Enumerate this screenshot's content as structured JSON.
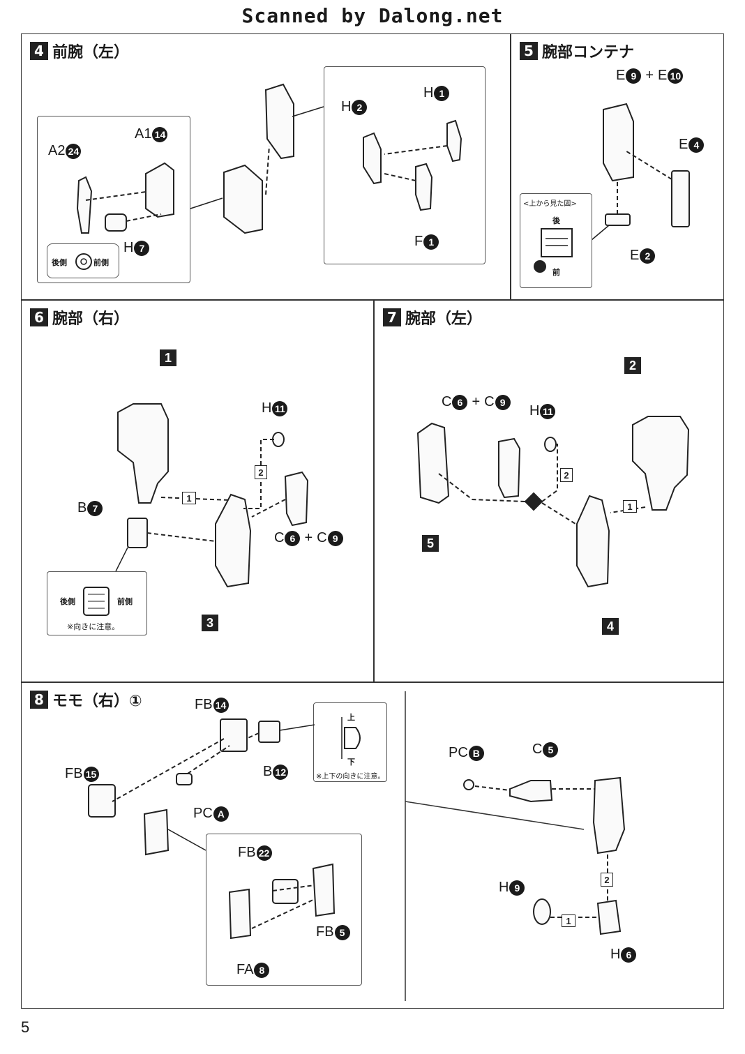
{
  "header": {
    "watermark": "Scanned by Dalong.net"
  },
  "step4": {
    "number": "4",
    "title": "前腕（左）",
    "inset_left": {
      "parts": {
        "a2": [
          "A2",
          "24"
        ],
        "a1": [
          "A1",
          "14"
        ],
        "h7": [
          "H",
          "7"
        ]
      },
      "orientation": {
        "back": "後側",
        "front": "前側"
      }
    },
    "inset_right": {
      "parts": {
        "h1": [
          "H",
          "1"
        ],
        "h2": [
          "H",
          "2"
        ],
        "f1": [
          "F",
          "1"
        ]
      }
    }
  },
  "step5": {
    "number": "5",
    "title": "腕部コンテナ",
    "parts": {
      "e9": [
        "E",
        "9"
      ],
      "plus": "+",
      "e10": [
        "E",
        "10"
      ],
      "e4": [
        "E",
        "4"
      ],
      "e2": [
        "E",
        "2"
      ]
    },
    "view_box": {
      "title": "<上から見た図>",
      "back": "後",
      "front": "前"
    }
  },
  "step6": {
    "number": "6",
    "title": "腕部（右）",
    "markers": {
      "m1": "1",
      "m3": "3",
      "arrow1": "1",
      "arrow2": "2"
    },
    "parts": {
      "h11": [
        "H",
        "11"
      ],
      "b7": [
        "B",
        "7"
      ],
      "c6": [
        "C",
        "6"
      ],
      "plus": "+",
      "c9": [
        "C",
        "9"
      ]
    },
    "note": {
      "back": "後側",
      "front": "前側",
      "caution": "※向きに注意。"
    }
  },
  "step7": {
    "number": "7",
    "title": "腕部（左）",
    "markers": {
      "m2": "2",
      "m4": "4",
      "m5": "5",
      "arrow1": "1",
      "arrow2": "2"
    },
    "parts": {
      "c6": [
        "C",
        "6"
      ],
      "plus": "+",
      "c9": [
        "C",
        "9"
      ],
      "h11": [
        "H",
        "11"
      ]
    }
  },
  "step8": {
    "number": "8",
    "title": "モモ（右）①",
    "parts_left": {
      "fb14": [
        "FB",
        "14"
      ],
      "b12": [
        "B",
        "12"
      ],
      "fb15": [
        "FB",
        "15"
      ],
      "pca": [
        "PC",
        "A"
      ]
    },
    "orient_box": {
      "up": "上",
      "down": "下",
      "caution": "※上下の向きに注意。"
    },
    "inset": {
      "fb22": [
        "FB",
        "22"
      ],
      "fb5": [
        "FB",
        "5"
      ],
      "fa8": [
        "FA",
        "8"
      ]
    },
    "parts_right": {
      "pcb": [
        "PC",
        "B"
      ],
      "c5": [
        "C",
        "5"
      ],
      "h9": [
        "H",
        "9"
      ],
      "h6": [
        "H",
        "6"
      ],
      "arrow1": "1",
      "arrow2": "2"
    }
  },
  "footer": {
    "page": "5"
  }
}
